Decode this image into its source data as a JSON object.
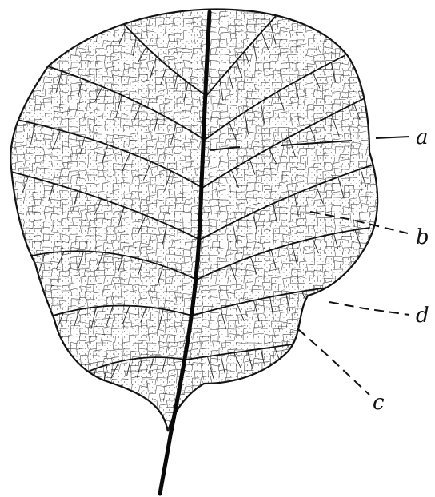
{
  "labels": {
    "a": "a",
    "b": "b",
    "c": "c",
    "d": "d"
  },
  "colors": {
    "ink": "#111111",
    "paper": "#ffffff"
  }
}
